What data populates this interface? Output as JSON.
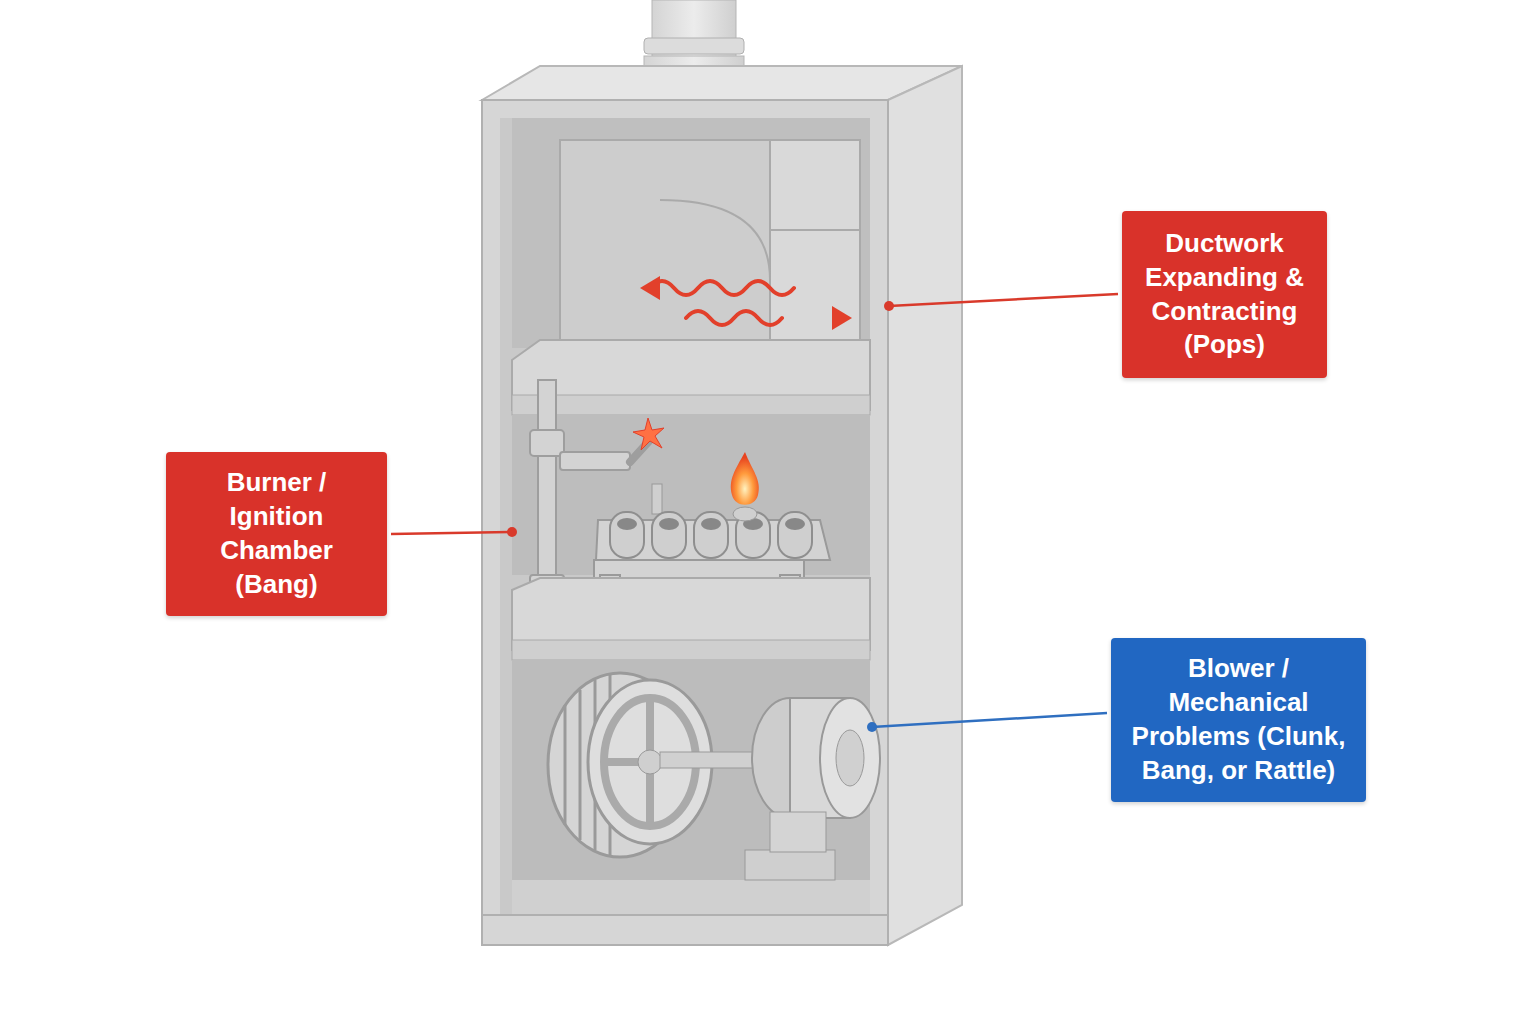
{
  "diagram": {
    "nodes": [
      {
        "text": [
          "Ductwork Expanding & Contracting (Pops)"
        ]
      },
      {
        "text": [
          "Burner / Ignition Chamber (Bang)"
        ]
      },
      {
        "text": [
          "Blower / Mechanical Problems (Clunk, Bang, or Rattle)"
        ]
      }
    ]
  }
}
